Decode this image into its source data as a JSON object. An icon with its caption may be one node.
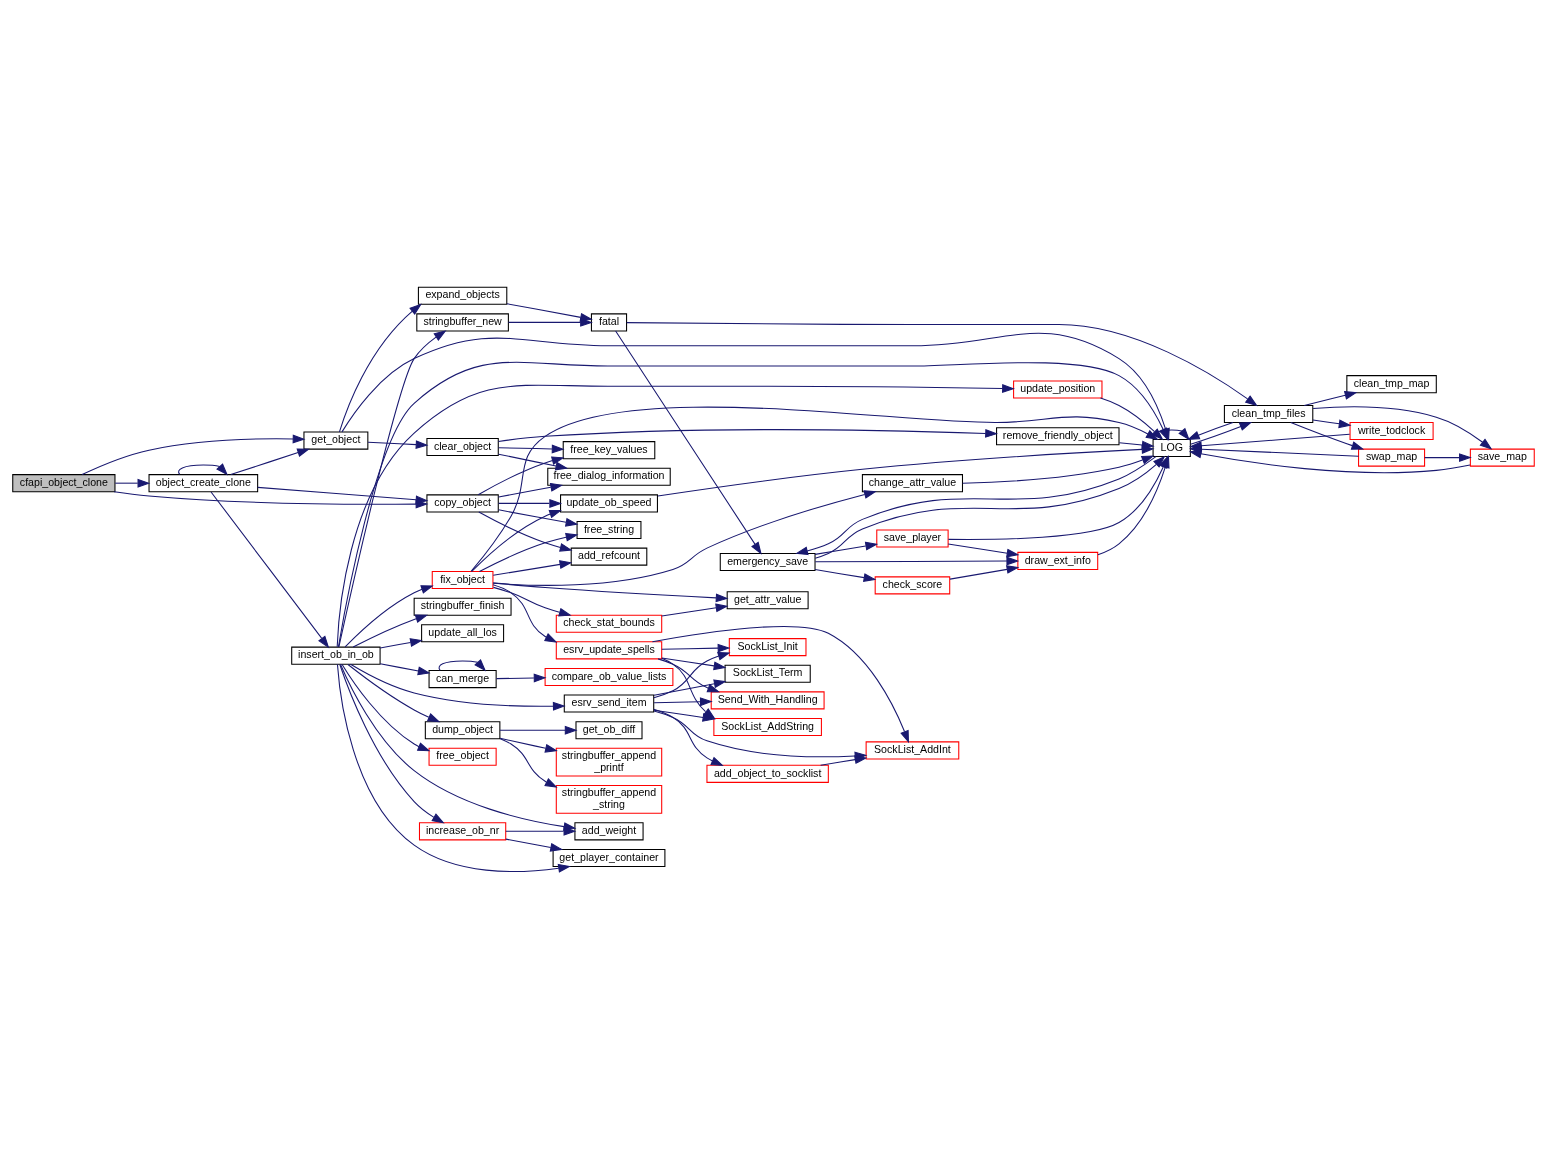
{
  "diagram": {
    "nodes": [
      {
        "text": [
          "cfapi_object_clone"
        ]
      },
      {
        "text": [
          "get_object"
        ]
      },
      {
        "text": [
          "object_create_clone"
        ]
      },
      {
        "text": [
          "insert_ob_in_ob"
        ]
      },
      {
        "text": [
          "expand_objects"
        ]
      },
      {
        "text": [
          "stringbuffer_new"
        ]
      },
      {
        "text": [
          "clear_object"
        ]
      },
      {
        "text": [
          "copy_object"
        ]
      },
      {
        "text": [
          "stringbuffer_finish"
        ]
      },
      {
        "text": [
          "update_all_los"
        ]
      },
      {
        "text": [
          "update_position"
        ]
      },
      {
        "text": [
          "can_merge"
        ]
      },
      {
        "text": [
          "fix_object"
        ]
      },
      {
        "text": [
          "dump_object"
        ]
      },
      {
        "text": [
          "free_object"
        ]
      },
      {
        "text": [
          "increase_ob_nr"
        ]
      },
      {
        "text": [
          "remove_friendly_object"
        ]
      },
      {
        "text": [
          "free_key_values"
        ]
      },
      {
        "text": [
          "free_dialog_information"
        ]
      },
      {
        "text": [
          "free_string"
        ]
      },
      {
        "text": [
          "add_refcount"
        ]
      },
      {
        "text": [
          "update_ob_speed"
        ]
      },
      {
        "text": [
          "compare_ob_value_lists"
        ]
      },
      {
        "text": [
          "change_attr_value"
        ]
      },
      {
        "text": [
          "check_stat_bounds"
        ]
      },
      {
        "text": [
          "esrv_update_spells"
        ]
      },
      {
        "text": [
          "get_ob_diff"
        ]
      },
      {
        "text": [
          "stringbuffer_append _printf"
        ]
      },
      {
        "text": [
          "stringbuffer_append _string"
        ]
      },
      {
        "text": [
          "esrv_send_item"
        ]
      },
      {
        "text": [
          "add_weight"
        ]
      },
      {
        "text": [
          "get_player_container"
        ]
      },
      {
        "text": [
          "fatal"
        ]
      },
      {
        "text": [
          "LOG"
        ]
      },
      {
        "text": [
          "get_attr_value"
        ]
      },
      {
        "text": [
          "SockList_Init"
        ]
      },
      {
        "text": [
          "SockList_Term"
        ]
      },
      {
        "text": [
          "Send_With_Handling"
        ]
      },
      {
        "text": [
          "SockList_AddString"
        ]
      },
      {
        "text": [
          "SockList_AddInt"
        ]
      },
      {
        "text": [
          "add_object_to_socklist"
        ]
      },
      {
        "text": [
          "emergency_save"
        ]
      },
      {
        "text": [
          "clean_tmp_files"
        ]
      },
      {
        "text": [
          "check_score"
        ]
      },
      {
        "text": [
          "save_player"
        ]
      },
      {
        "text": [
          "clean_tmp_map"
        ]
      },
      {
        "text": [
          "write_todclock"
        ]
      },
      {
        "text": [
          "swap_map"
        ]
      },
      {
        "text": [
          "draw_ext_info"
        ]
      },
      {
        "text": [
          "save_map"
        ]
      }
    ],
    "edges": [
      {
        "from": 0,
        "to": 1,
        "arrow": "to"
      },
      {
        "from": 0,
        "to": 2,
        "arrow": "to"
      },
      {
        "from": 0,
        "to": 7,
        "arrow": "to"
      },
      {
        "from": 2,
        "to": 2,
        "arrow": "to"
      },
      {
        "from": 2,
        "to": 1,
        "arrow": "to"
      },
      {
        "from": 2,
        "to": 7,
        "arrow": "to"
      },
      {
        "from": 2,
        "to": 3,
        "arrow": "to"
      },
      {
        "from": 1,
        "to": 4,
        "arrow": "to"
      },
      {
        "from": 1,
        "to": 33,
        "arrow": "to"
      },
      {
        "from": 1,
        "to": 6,
        "arrow": "to"
      },
      {
        "from": 3,
        "to": 5,
        "arrow": "to"
      },
      {
        "from": 3,
        "to": 8,
        "arrow": "to"
      },
      {
        "from": 3,
        "to": 9,
        "arrow": "to"
      },
      {
        "from": 3,
        "to": 10,
        "arrow": "to"
      },
      {
        "from": 3,
        "to": 11,
        "arrow": "to"
      },
      {
        "from": 3,
        "to": 12,
        "arrow": "to"
      },
      {
        "from": 3,
        "to": 13,
        "arrow": "to"
      },
      {
        "from": 3,
        "to": 29,
        "arrow": "to"
      },
      {
        "from": 3,
        "to": 14,
        "arrow": "to"
      },
      {
        "from": 3,
        "to": 30,
        "arrow": "to"
      },
      {
        "from": 3,
        "to": 15,
        "arrow": "to"
      },
      {
        "from": 3,
        "to": 31,
        "arrow": "to"
      },
      {
        "from": 3,
        "to": 33,
        "arrow": "to"
      },
      {
        "from": 4,
        "to": 32,
        "arrow": "to"
      },
      {
        "from": 5,
        "to": 32,
        "arrow": "to"
      },
      {
        "from": 6,
        "to": 16,
        "arrow": "to"
      },
      {
        "from": 6,
        "to": 17,
        "arrow": "to"
      },
      {
        "from": 6,
        "to": 18,
        "arrow": "to"
      },
      {
        "from": 7,
        "to": 17,
        "arrow": "to"
      },
      {
        "from": 7,
        "to": 18,
        "arrow": "to"
      },
      {
        "from": 7,
        "to": 19,
        "arrow": "to"
      },
      {
        "from": 7,
        "to": 20,
        "arrow": "to"
      },
      {
        "from": 7,
        "to": 21,
        "arrow": "to"
      },
      {
        "from": 10,
        "to": 33,
        "arrow": "to"
      },
      {
        "from": 11,
        "to": 11,
        "arrow": "to"
      },
      {
        "from": 11,
        "to": 22,
        "arrow": "to"
      },
      {
        "from": 12,
        "to": 19,
        "arrow": "to"
      },
      {
        "from": 12,
        "to": 20,
        "arrow": "to"
      },
      {
        "from": 12,
        "to": 21,
        "arrow": "to"
      },
      {
        "from": 12,
        "to": 23,
        "arrow": "to"
      },
      {
        "from": 12,
        "to": 33,
        "arrow": "to"
      },
      {
        "from": 12,
        "to": 34,
        "arrow": "to"
      },
      {
        "from": 12,
        "to": 24,
        "arrow": "to"
      },
      {
        "from": 12,
        "to": 25,
        "arrow": "to"
      },
      {
        "from": 13,
        "to": 26,
        "arrow": "to"
      },
      {
        "from": 13,
        "to": 27,
        "arrow": "to"
      },
      {
        "from": 13,
        "to": 28,
        "arrow": "to"
      },
      {
        "from": 15,
        "to": 30,
        "arrow": "to"
      },
      {
        "from": 15,
        "to": 31,
        "arrow": "to"
      },
      {
        "from": 16,
        "to": 33,
        "arrow": "to"
      },
      {
        "from": 21,
        "to": 33,
        "arrow": "to"
      },
      {
        "from": 23,
        "to": 33,
        "arrow": "to"
      },
      {
        "from": 24,
        "to": 34,
        "arrow": "to"
      },
      {
        "from": 25,
        "to": 35,
        "arrow": "to"
      },
      {
        "from": 25,
        "to": 36,
        "arrow": "to"
      },
      {
        "from": 25,
        "to": 37,
        "arrow": "to"
      },
      {
        "from": 25,
        "to": 38,
        "arrow": "to"
      },
      {
        "from": 25,
        "to": 39,
        "arrow": "to"
      },
      {
        "from": 29,
        "to": 35,
        "arrow": "to"
      },
      {
        "from": 29,
        "to": 36,
        "arrow": "to"
      },
      {
        "from": 29,
        "to": 37,
        "arrow": "to"
      },
      {
        "from": 29,
        "to": 38,
        "arrow": "to"
      },
      {
        "from": 29,
        "to": 39,
        "arrow": "to"
      },
      {
        "from": 29,
        "to": 40,
        "arrow": "to"
      },
      {
        "from": 40,
        "to": 39,
        "arrow": "to"
      },
      {
        "from": 32,
        "to": 41,
        "arrow": "to"
      },
      {
        "from": 32,
        "to": 42,
        "arrow": "to"
      },
      {
        "from": 33,
        "to": 33,
        "arrow": "to"
      },
      {
        "from": 33,
        "to": 41,
        "arrow": "to"
      },
      {
        "from": 33,
        "to": 42,
        "arrow": "to"
      },
      {
        "from": 41,
        "to": 33,
        "arrow": "to"
      },
      {
        "from": 41,
        "to": 43,
        "arrow": "to"
      },
      {
        "from": 41,
        "to": 48,
        "arrow": "to"
      },
      {
        "from": 41,
        "to": 44,
        "arrow": "to"
      },
      {
        "from": 43,
        "to": 48,
        "arrow": "to"
      },
      {
        "from": 44,
        "to": 48,
        "arrow": "to"
      },
      {
        "from": 44,
        "to": 33,
        "arrow": "to"
      },
      {
        "from": 48,
        "to": 33,
        "arrow": "to"
      },
      {
        "from": 42,
        "to": 33,
        "arrow": "to"
      },
      {
        "from": 42,
        "to": 45,
        "arrow": "to"
      },
      {
        "from": 42,
        "to": 46,
        "arrow": "to"
      },
      {
        "from": 42,
        "to": 47,
        "arrow": "to"
      },
      {
        "from": 42,
        "to": 49,
        "arrow": "to"
      },
      {
        "from": 46,
        "to": 33,
        "arrow": "to"
      },
      {
        "from": 47,
        "to": 33,
        "arrow": "to"
      },
      {
        "from": 47,
        "to": 49,
        "arrow": "to"
      },
      {
        "from": 49,
        "to": 33,
        "arrow": "to"
      }
    ]
  }
}
